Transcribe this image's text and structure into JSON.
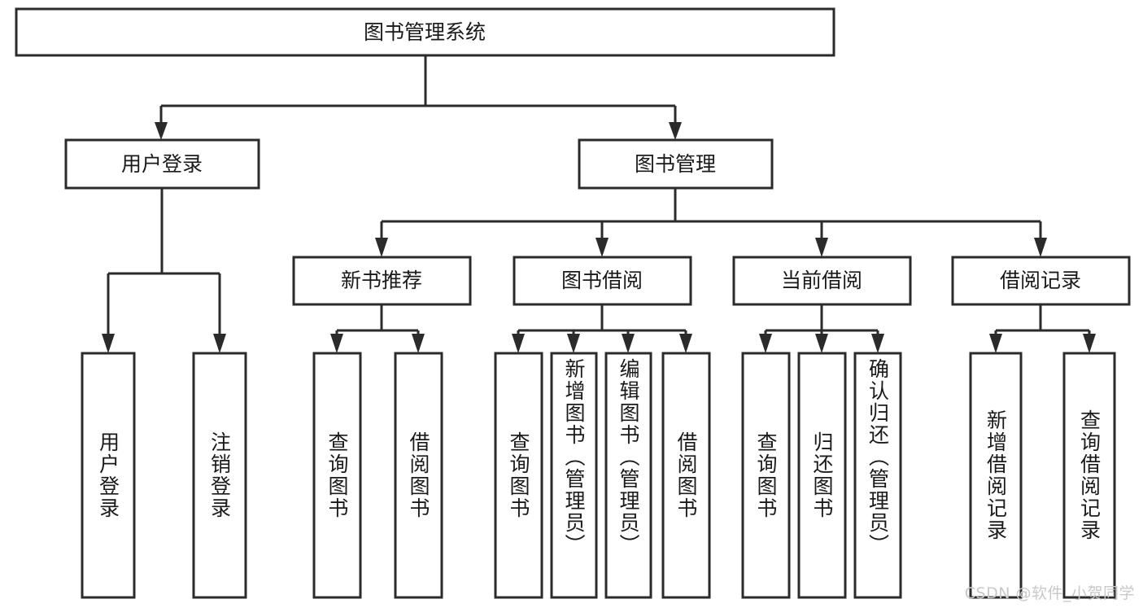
{
  "diagram": {
    "type": "hierarchy-tree",
    "title": "图书管理系统",
    "root": {
      "id": "root",
      "label": "图书管理系统",
      "orientation": "horizontal"
    },
    "level2": [
      {
        "id": "user-login",
        "label": "用户登录",
        "orientation": "horizontal"
      },
      {
        "id": "book-manage",
        "label": "图书管理",
        "orientation": "horizontal"
      }
    ],
    "level3": [
      {
        "id": "new-book-recommend",
        "label": "新书推荐",
        "parent": "book-manage",
        "orientation": "horizontal"
      },
      {
        "id": "book-borrow",
        "label": "图书借阅",
        "parent": "book-manage",
        "orientation": "horizontal"
      },
      {
        "id": "current-borrow",
        "label": "当前借阅",
        "parent": "book-manage",
        "orientation": "horizontal"
      },
      {
        "id": "borrow-record",
        "label": "借阅记录",
        "parent": "book-manage",
        "orientation": "horizontal"
      }
    ],
    "leaves": [
      {
        "id": "leaf-user-login",
        "label": "用户登录",
        "parent": "user-login",
        "orientation": "vertical"
      },
      {
        "id": "leaf-user-logout",
        "label": "注销登录",
        "parent": "user-login",
        "orientation": "vertical"
      },
      {
        "id": "leaf-query-book-1",
        "label": "查询图书",
        "parent": "new-book-recommend",
        "orientation": "vertical"
      },
      {
        "id": "leaf-borrow-book-1",
        "label": "借阅图书",
        "parent": "new-book-recommend",
        "orientation": "vertical"
      },
      {
        "id": "leaf-query-book-2",
        "label": "查询图书",
        "parent": "book-borrow",
        "orientation": "vertical"
      },
      {
        "id": "leaf-add-book",
        "label": "新增图书（管理员）",
        "parent": "book-borrow",
        "orientation": "vertical"
      },
      {
        "id": "leaf-edit-book",
        "label": "编辑图书（管理员）",
        "parent": "book-borrow",
        "orientation": "vertical"
      },
      {
        "id": "leaf-borrow-book-2",
        "label": "借阅图书",
        "parent": "book-borrow",
        "orientation": "vertical"
      },
      {
        "id": "leaf-query-book-3",
        "label": "查询图书",
        "parent": "current-borrow",
        "orientation": "vertical"
      },
      {
        "id": "leaf-return-book",
        "label": "归还图书",
        "parent": "current-borrow",
        "orientation": "vertical"
      },
      {
        "id": "leaf-confirm-return",
        "label": "确认归还（管理员）",
        "parent": "current-borrow",
        "orientation": "vertical"
      },
      {
        "id": "leaf-add-record",
        "label": "新增借阅记录",
        "parent": "borrow-record",
        "orientation": "vertical"
      },
      {
        "id": "leaf-query-record",
        "label": "查询借阅记录",
        "parent": "borrow-record",
        "orientation": "vertical"
      }
    ],
    "colors": {
      "box_stroke": "#2b2b2b",
      "box_fill": "#ffffff",
      "text": "#1a1a1a",
      "connector": "#2b2b2b",
      "background": "#ffffff",
      "watermark": "#c8c8c8"
    }
  },
  "watermark": {
    "text": "CSDN @软件_小贺同学"
  }
}
